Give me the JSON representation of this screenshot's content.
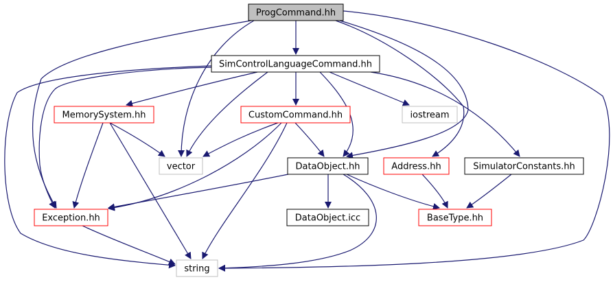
{
  "graph": {
    "nodes": [
      {
        "id": "ProgCommand",
        "label": "ProgCommand.hh",
        "style": "root"
      },
      {
        "id": "SimControlLanguageCommand",
        "label": "SimControlLanguageCommand.hh",
        "style": "documented"
      },
      {
        "id": "MemorySystem",
        "label": "MemorySystem.hh",
        "style": "truncated"
      },
      {
        "id": "CustomCommand",
        "label": "CustomCommand.hh",
        "style": "truncated"
      },
      {
        "id": "iostream",
        "label": "iostream",
        "style": "external"
      },
      {
        "id": "vector",
        "label": "vector",
        "style": "external"
      },
      {
        "id": "DataObject",
        "label": "DataObject.hh",
        "style": "documented"
      },
      {
        "id": "Address",
        "label": "Address.hh",
        "style": "truncated"
      },
      {
        "id": "SimulatorConstants",
        "label": "SimulatorConstants.hh",
        "style": "documented"
      },
      {
        "id": "Exception",
        "label": "Exception.hh",
        "style": "truncated"
      },
      {
        "id": "DataObjectIcc",
        "label": "DataObject.icc",
        "style": "documented"
      },
      {
        "id": "BaseType",
        "label": "BaseType.hh",
        "style": "truncated"
      },
      {
        "id": "string",
        "label": "string",
        "style": "external"
      }
    ],
    "edges": [
      [
        "ProgCommand",
        "SimControlLanguageCommand"
      ],
      [
        "ProgCommand",
        "vector"
      ],
      [
        "ProgCommand",
        "Exception"
      ],
      [
        "ProgCommand",
        "DataObject"
      ],
      [
        "ProgCommand",
        "Address"
      ],
      [
        "ProgCommand",
        "string"
      ],
      [
        "SimControlLanguageCommand",
        "MemorySystem"
      ],
      [
        "SimControlLanguageCommand",
        "CustomCommand"
      ],
      [
        "SimControlLanguageCommand",
        "iostream"
      ],
      [
        "SimControlLanguageCommand",
        "vector"
      ],
      [
        "SimControlLanguageCommand",
        "DataObject"
      ],
      [
        "SimControlLanguageCommand",
        "SimulatorConstants"
      ],
      [
        "SimControlLanguageCommand",
        "Exception"
      ],
      [
        "SimControlLanguageCommand",
        "string"
      ],
      [
        "MemorySystem",
        "vector"
      ],
      [
        "MemorySystem",
        "Exception"
      ],
      [
        "MemorySystem",
        "string"
      ],
      [
        "CustomCommand",
        "vector"
      ],
      [
        "CustomCommand",
        "DataObject"
      ],
      [
        "CustomCommand",
        "Exception"
      ],
      [
        "CustomCommand",
        "string"
      ],
      [
        "DataObject",
        "Exception"
      ],
      [
        "DataObject",
        "DataObjectIcc"
      ],
      [
        "DataObject",
        "BaseType"
      ],
      [
        "DataObject",
        "string"
      ],
      [
        "Address",
        "BaseType"
      ],
      [
        "SimulatorConstants",
        "BaseType"
      ],
      [
        "Exception",
        "string"
      ]
    ]
  },
  "colors": {
    "edge": "#191970",
    "root_fill": "#bfbfbf",
    "root_border": "#000000",
    "documented_border": "#000000",
    "truncated_border": "#ff0000",
    "external_border": "#bfbfbf",
    "node_fill": "#ffffff"
  }
}
